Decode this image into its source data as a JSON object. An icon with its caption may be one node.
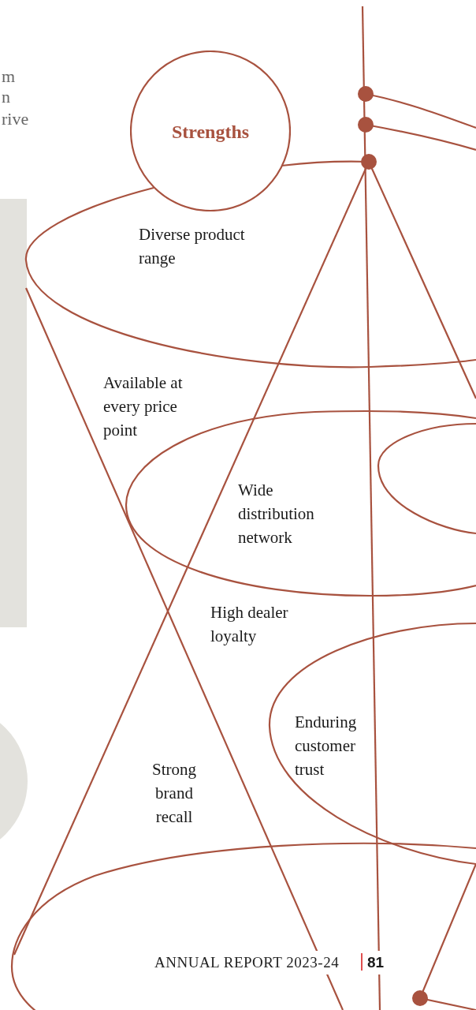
{
  "diagram": {
    "nodes": [
      {
        "text": [
          "Strengths"
        ]
      }
    ],
    "labels": [
      "m",
      "n",
      "rive",
      "Diverse product range",
      "Available at every price point",
      "Wide distribution network",
      "High dealer loyalty",
      "Enduring customer trust",
      "Strong brand recall",
      "ANNUAL REPORT 2023-24",
      "81"
    ]
  }
}
